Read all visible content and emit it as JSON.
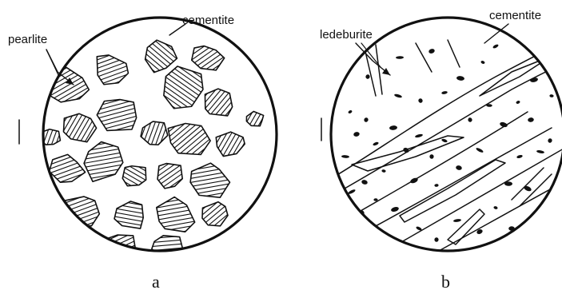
{
  "panel_a": {
    "caption": "a",
    "labels": {
      "pearlite": "pearlite",
      "cementite": "cementite"
    }
  },
  "panel_b": {
    "caption": "b",
    "labels": {
      "ledeburite": "ledeburite",
      "cementite": "cementite"
    }
  },
  "colors": {
    "ink": "#111111",
    "background": "#ffffff"
  }
}
